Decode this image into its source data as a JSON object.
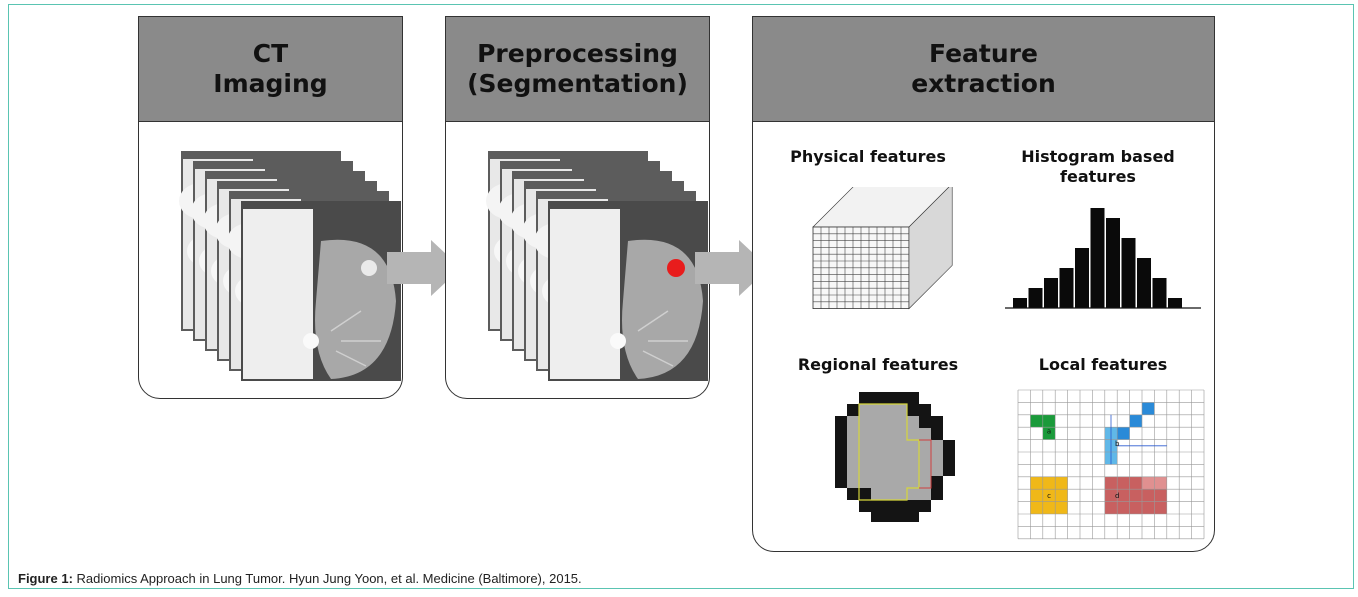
{
  "panels": {
    "ct": {
      "title_line1": "CT",
      "title_line2": "Imaging"
    },
    "pre": {
      "title_line1": "Preprocessing",
      "title_line2": "(Segmentation)"
    },
    "feat": {
      "title_line1": "Feature",
      "title_line2": "extraction"
    }
  },
  "features": {
    "physical": "Physical features",
    "histogram_line1": "Histogram based",
    "histogram_line2": "features",
    "regional": "Regional features",
    "local": "Local features",
    "local_marks": [
      "a",
      "b",
      "c",
      "d"
    ]
  },
  "histogram": {
    "values": [
      1,
      2,
      3,
      4,
      6,
      10,
      9,
      7,
      5,
      3,
      1
    ]
  },
  "colors": {
    "header": "#8a8a8a",
    "arrow": "#b5b5b5",
    "tumor": "#e81c1c",
    "frame": "#5ac4b2"
  },
  "caption": {
    "label": "Figure 1:",
    "text": " Radiomics Approach in Lung Tumor. Hyun Jung Yoon, et al. Medicine (Baltimore), 2015."
  }
}
